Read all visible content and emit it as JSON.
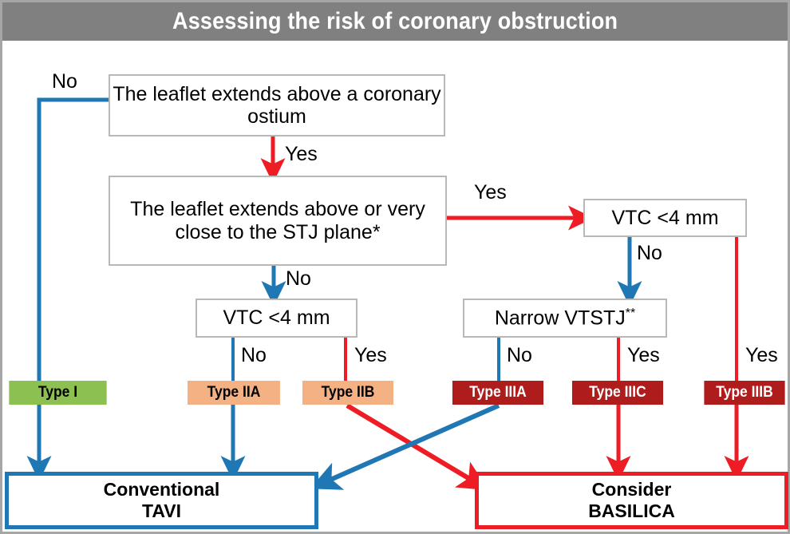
{
  "header": {
    "title": "Assessing the risk of coronary obstruction"
  },
  "colors": {
    "header_bg": "#808080",
    "header_text": "#FFFFFF",
    "blue": "#1F77B4",
    "red": "#EE1C25",
    "type1_bg": "#8CC152",
    "type2_bg": "#F4B183",
    "type3_bg": "#AF1C1C",
    "box_border": "#B8B8B8",
    "frame": "#A6A6A6"
  },
  "decisions": [
    {
      "id": "leaflet-above-ostium",
      "text": "The leaflet extends above a coronary ostium"
    },
    {
      "id": "leaflet-above-stj",
      "text": "The leaflet extends above or very close to the STJ plane*"
    },
    {
      "id": "vtc-right",
      "text": "VTC <4 mm"
    },
    {
      "id": "vtc-left",
      "text": "VTC <4 mm"
    },
    {
      "id": "narrow-vtstj",
      "text": "Narrow VTSTJ",
      "sup": "**"
    }
  ],
  "types": [
    {
      "id": "type-1",
      "label": "Type I",
      "style": "green"
    },
    {
      "id": "type-2a",
      "label": "Type IIA",
      "style": "peach"
    },
    {
      "id": "type-2b",
      "label": "Type IIB",
      "style": "peach"
    },
    {
      "id": "type-3a",
      "label": "Type IIIA",
      "style": "darkred"
    },
    {
      "id": "type-3c",
      "label": "Type IIIC",
      "style": "darkred"
    },
    {
      "id": "type-3b",
      "label": "Type IIIB",
      "style": "darkred"
    }
  ],
  "outcomes": [
    {
      "id": "conventional-tavi",
      "line1": "Conventional",
      "line2": "TAVI",
      "style": "blue"
    },
    {
      "id": "consider-basilica",
      "line1": "Consider",
      "line2": "BASILICA",
      "style": "red"
    }
  ],
  "edge_labels": [
    {
      "id": "no-top-left",
      "text": "No",
      "color": "blue"
    },
    {
      "id": "yes-ostium",
      "text": "Yes",
      "color": "red"
    },
    {
      "id": "yes-to-vtc-right",
      "text": "Yes",
      "color": "red"
    },
    {
      "id": "no-stj",
      "text": "No",
      "color": "blue"
    },
    {
      "id": "no-vtc-right",
      "text": "No",
      "color": "blue"
    },
    {
      "id": "no-vtc-left",
      "text": "No",
      "color": "blue"
    },
    {
      "id": "yes-vtc-left",
      "text": "Yes",
      "color": "red"
    },
    {
      "id": "no-vtstj",
      "text": "No",
      "color": "blue"
    },
    {
      "id": "yes-vtstj",
      "text": "Yes",
      "color": "red"
    },
    {
      "id": "yes-vtc-right-2",
      "text": "Yes",
      "color": "red"
    }
  ],
  "footnotes": {
    "star": "*",
    "doublestar": "**"
  }
}
